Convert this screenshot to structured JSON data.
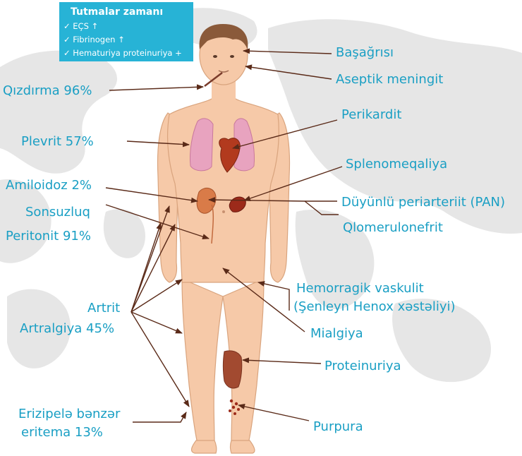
{
  "info_box": {
    "title": "Tutmalar zamanı",
    "items": [
      "✓ EÇS ↑",
      "✓ Fibrinogen ↑",
      "✓ Hematuriya proteinuriya +"
    ]
  },
  "labels": {
    "basagrisi": "Başağrısı",
    "aseptik_meningit": "Aseptik meningit",
    "qizdirma": "Qızdırma 96%",
    "perikardit": "Perikardit",
    "plevrit": "Plevrit 57%",
    "splenomeqaliya": "Splenomeqaliya",
    "amiloidoz": "Amiloidoz 2%",
    "pan": "Düyünlü periarteriit (PAN)",
    "sonsuzluq": "Sonsuzluq",
    "peritonit": "Peritonit 91%",
    "qlomerulonefrit": "Qlomerulonefrit",
    "hemorragik_1": "Hemorragik vaskulit",
    "hemorragik_2": "(Şenleyn Henox xəstəliyi)",
    "artrit": "Artrit",
    "artralgiya": "Artralgiya 45%",
    "mialgiya": "Mialgiya",
    "proteinuriya": "Proteinuriya",
    "erizipela_1": "Erizipelə bənzər",
    "erizipela_2": "eritema 13%",
    "purpura": "Purpura"
  },
  "colors": {
    "label_text": "#1a9fc4",
    "info_bg": "#27b3d6",
    "skin": "#f6c9a8",
    "skin_outline": "#d9a47e",
    "hair": "#8a5a3a",
    "arrow": "#5a2a18",
    "map_bg": "#e6e6e6"
  }
}
